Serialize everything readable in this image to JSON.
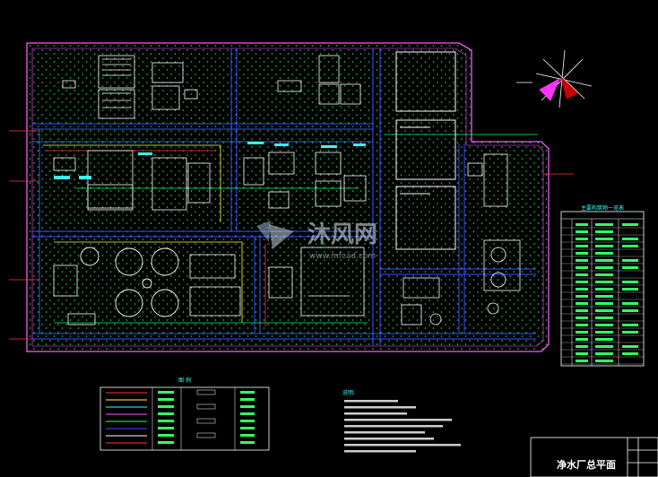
{
  "drawing": {
    "title": "净水厂总平面",
    "watermark_text": "沐风网",
    "watermark_url": "www.mfcad.com"
  },
  "equipment_table": {
    "title": "主要构筑物一览表"
  },
  "legend": {
    "title": "图 例"
  },
  "notes": {
    "title": "说明:"
  },
  "colors": {
    "background": "#000000",
    "boundary": "#ff55ff",
    "road": "#3355ff",
    "green_dots": "#33ff66",
    "structure": "#ffffff",
    "pipe_green": "#00ff66",
    "pipe_yellow": "#ffff33",
    "pipe_red": "#ff3333",
    "label_cyan": "#33ffff"
  }
}
